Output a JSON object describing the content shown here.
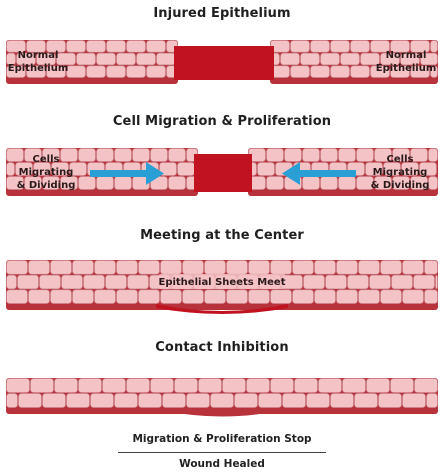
{
  "stages": [
    {
      "title": "Injured Epithelium",
      "labels": {
        "left": [
          "Normal",
          "Epithelium"
        ],
        "right": [
          "Normal",
          "Epithelium"
        ]
      }
    },
    {
      "title": "Cell Migration & Proliferation",
      "labels": {
        "left": [
          "Cells",
          "Migrating",
          "& Dividing"
        ],
        "right": [
          "Cells",
          "Migrating",
          "& Dividing"
        ]
      }
    },
    {
      "title": "Meeting at the Center",
      "labels": {
        "center": "Epithelial Sheets Meet"
      }
    },
    {
      "title": "Contact Inhibition",
      "labels": {}
    }
  ],
  "footer": {
    "line1": "Migration & Proliferation Stop",
    "line2": "Wound Healed"
  },
  "colors": {
    "cell_fill": "#f4c3c6",
    "cell_border": "#c9868c",
    "tissue_base": "#b8323b",
    "wound": "#c1121f",
    "arrow": "#2a9fd6"
  }
}
